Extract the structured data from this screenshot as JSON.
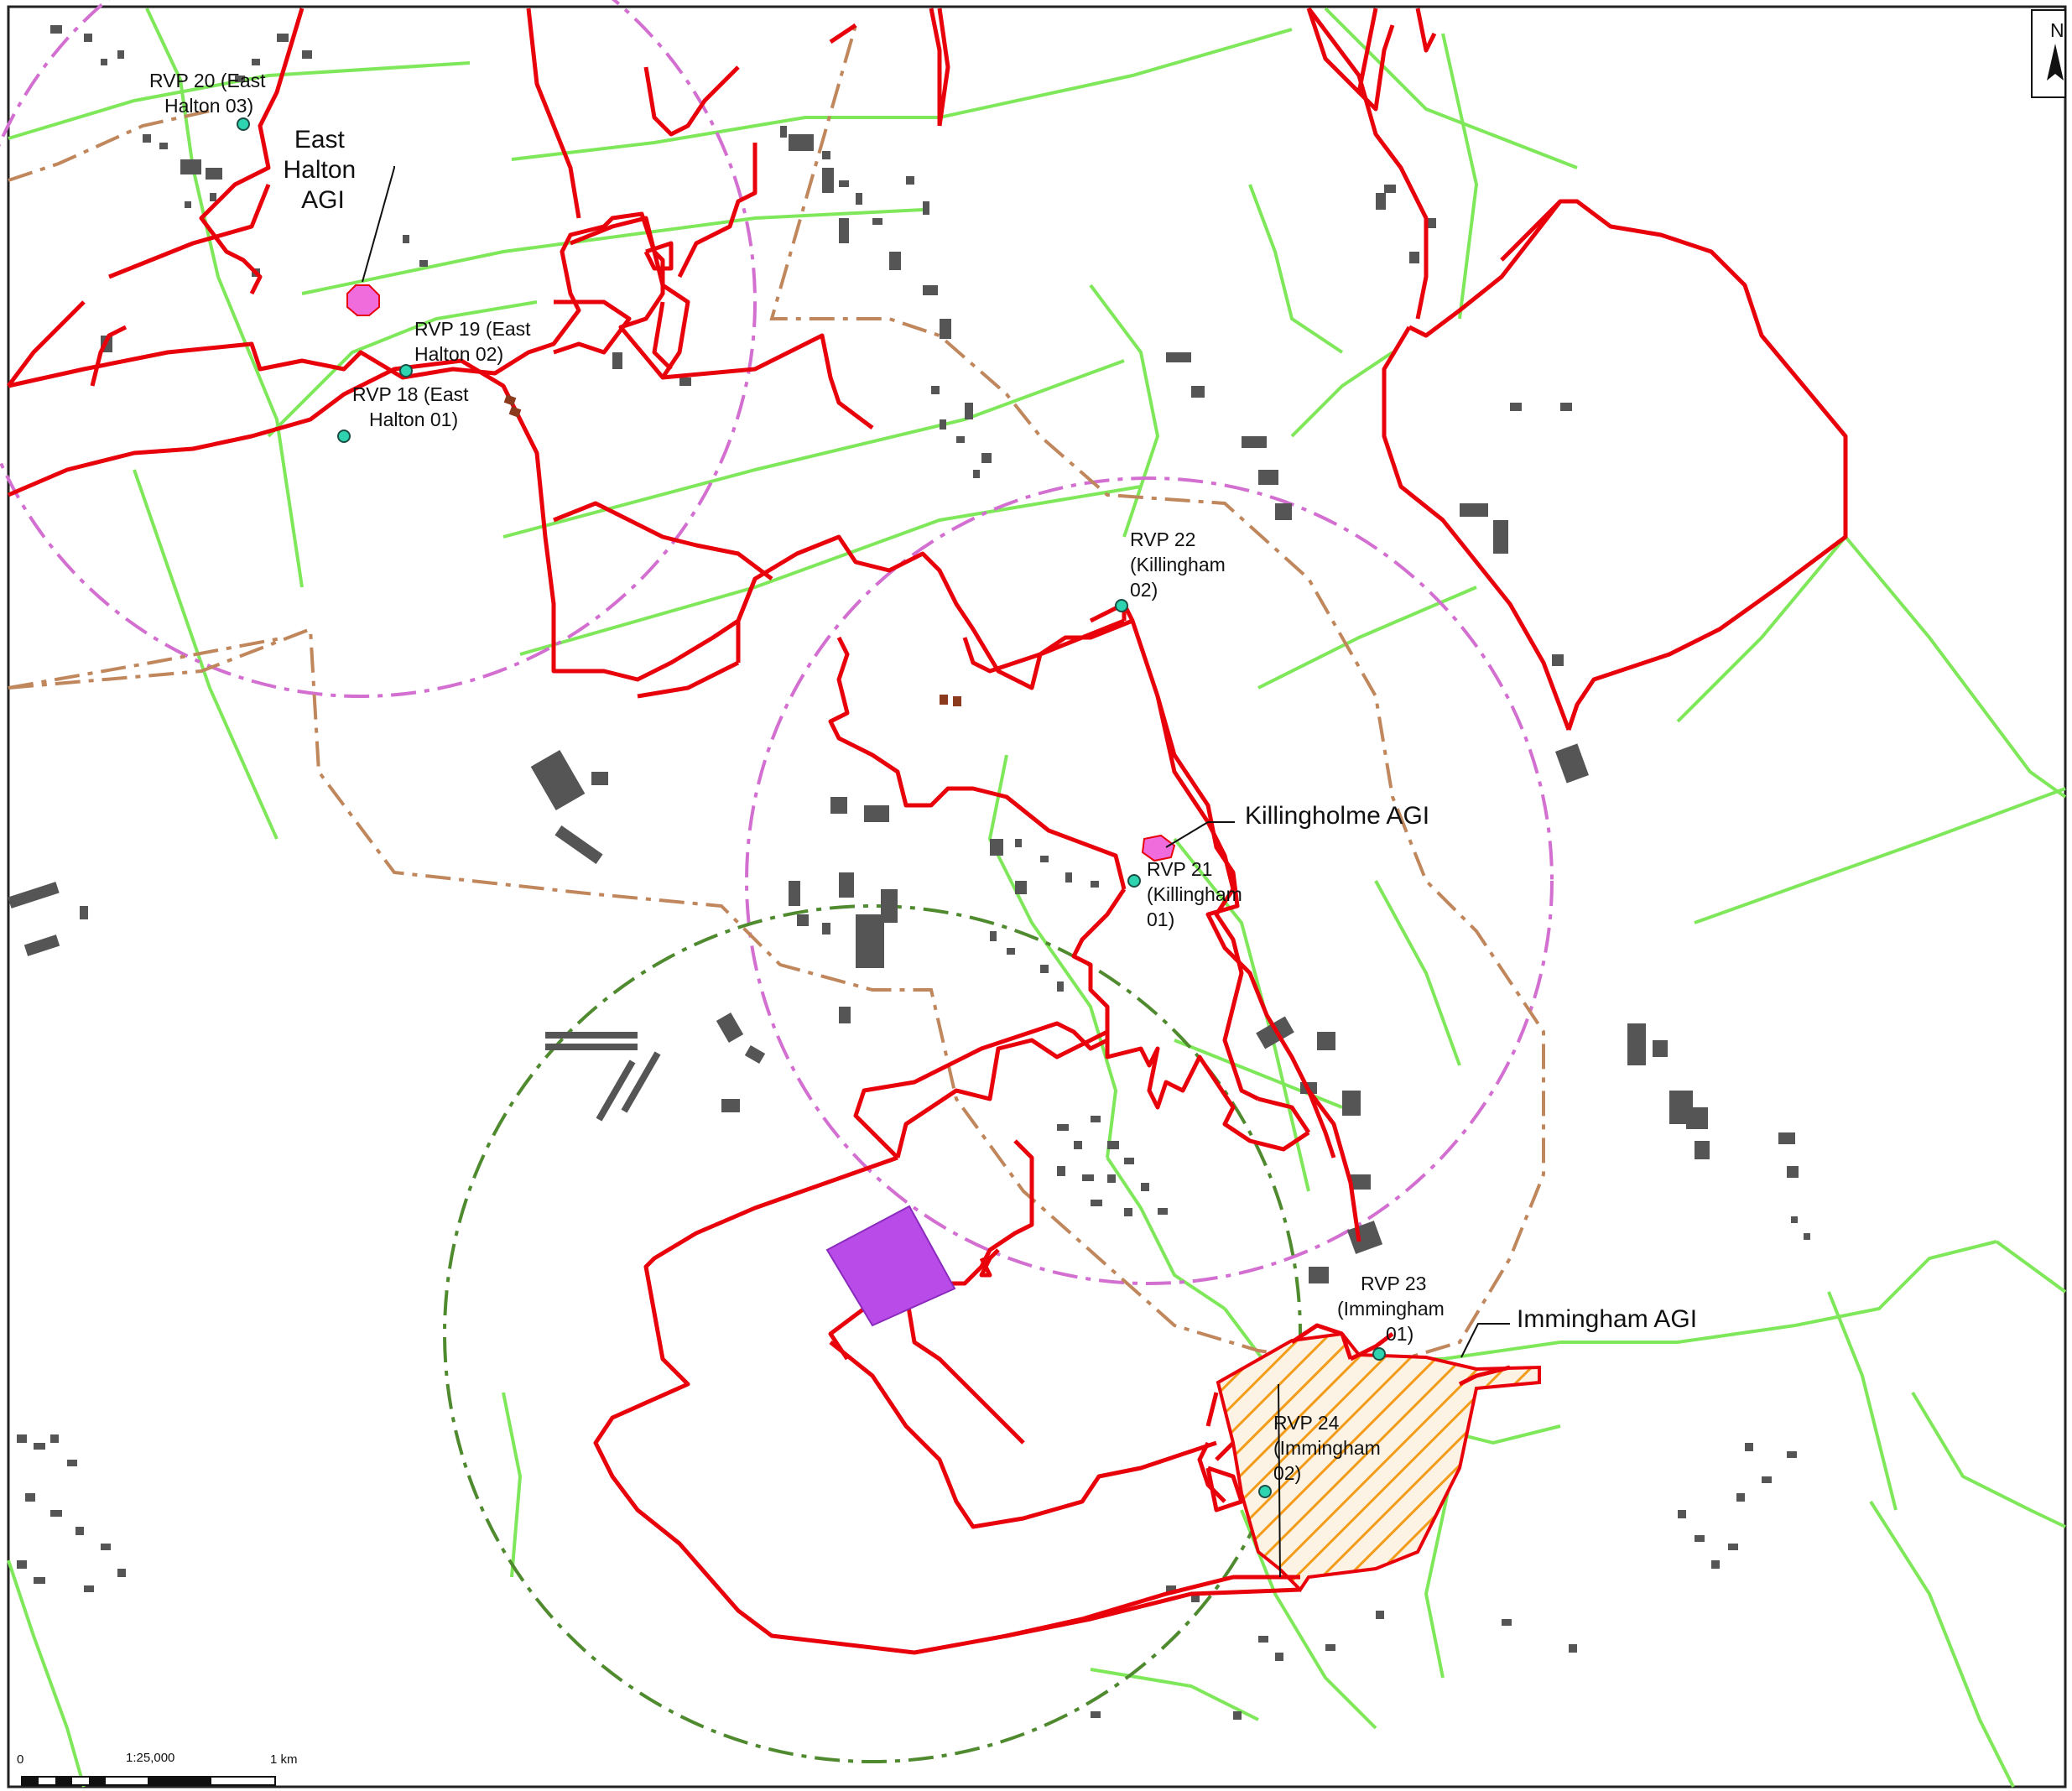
{
  "map": {
    "colors": {
      "boundary": "#e8000b",
      "paths": "#7fe85a",
      "buildings": "#555555",
      "study_pink": "#d36fd0",
      "study_brown": "#c0865c",
      "study_green": "#4f8a2f",
      "agi_fill": "#f06bdc",
      "compound_fill": "#b94be8",
      "immingham_hatch": "#f39c1a",
      "rvp_marker": "#2ed3b0"
    },
    "labels": {
      "east_halton_agi": [
        "East",
        "Halton",
        "AGI"
      ],
      "killingholme_agi": "Killingholme AGI",
      "immingham_agi": "Immingham AGI",
      "rvp20": [
        "RVP 20 (East",
        "Halton 03)"
      ],
      "rvp19": [
        "RVP 19 (East",
        "Halton 02)"
      ],
      "rvp18": [
        "RVP 18 (East",
        "Halton 01)"
      ],
      "rvp22": [
        "RVP 22",
        "(Killingham",
        "02)"
      ],
      "rvp21": [
        "RVP 21",
        "(Killingham",
        "01)"
      ],
      "rvp23": [
        "RVP 23",
        "(Immingham",
        "01)"
      ],
      "rvp24": [
        "RVP 24",
        "(Immingham",
        "02)"
      ]
    },
    "scale_bar": {
      "zero": "0",
      "ratio": "1:25,000",
      "end": "1 km"
    },
    "north_arrow": {
      "letter": "N"
    }
  }
}
